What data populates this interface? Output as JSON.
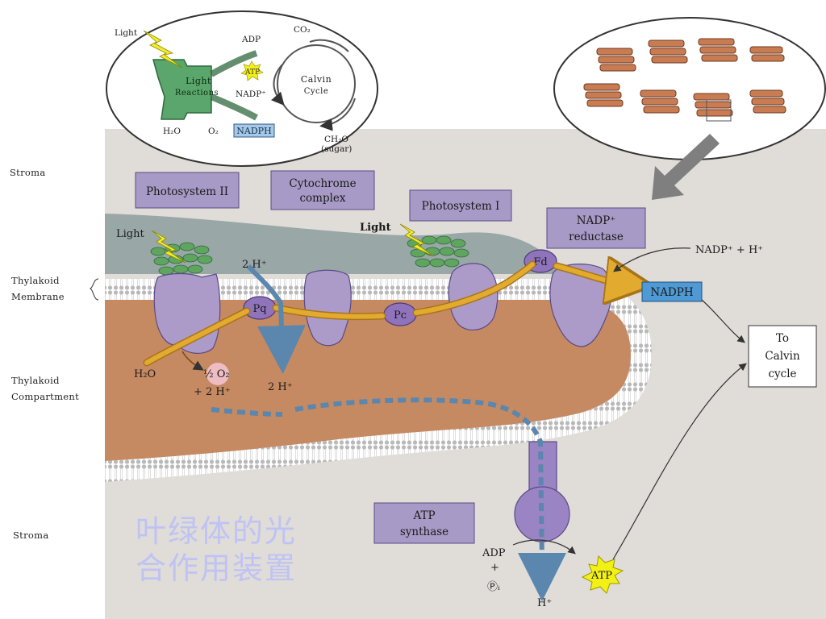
{
  "inset_left": {
    "light": "Light",
    "light_reactions_line1": "Light",
    "light_reactions_line2": "Reactions",
    "adp": "ADP",
    "atp": "ATP",
    "nadp_plus": "NADP⁺",
    "nadph": "NADPH",
    "co2": "CO₂",
    "calvin_line1": "Calvin",
    "calvin_line2": "Cycle",
    "h2o": "H₂O",
    "o2": "O₂",
    "ch2o": "CH₂O",
    "sugar": "(sugar)"
  },
  "regions": {
    "stroma_top": "Stroma",
    "thylakoid_membrane_line1": "Thylakoid",
    "thylakoid_membrane_line2": "Membrane",
    "thylakoid_compartment_line1": "Thylakoid",
    "thylakoid_compartment_line2": "Compartment",
    "stroma_bottom": "Stroma"
  },
  "components": {
    "photosystem_ii": "Photosystem II",
    "cytochrome_line1": "Cytochrome",
    "cytochrome_line2": "complex",
    "photosystem_i": "Photosystem I",
    "nadp_reductase_line1": "NADP⁺",
    "nadp_reductase_line2": "reductase",
    "atp_synthase_line1": "ATP",
    "atp_synthase_line2": "synthase"
  },
  "carriers": {
    "pq": "Pq",
    "pc": "Pc",
    "fd": "Fd"
  },
  "labels": {
    "light_left": "Light",
    "light_right": "Light",
    "two_h_top": "2 H⁺",
    "h2o": "H₂O",
    "half_o2": "½ O₂",
    "plus_two_h": "+ 2 H⁺",
    "two_h_inner": "2 H⁺",
    "nadp_plus_h": "NADP⁺ + H⁺",
    "nadph": "NADPH",
    "to_calvin_line1": "To",
    "to_calvin_line2": "Calvin",
    "to_calvin_line3": "cycle",
    "adp": "ADP",
    "plus": "+",
    "pi": "Ⓟᵢ",
    "atp": "ATP",
    "h_plus_bottom": "H⁺"
  },
  "watermark": {
    "line1": "叶绿体的光",
    "line2": "合作用装置"
  },
  "colors": {
    "stroma_bg": "#d9d5d0",
    "upper_gray": "#95a3a4",
    "lumen": "#c68a62",
    "protein": "#ac9ac8",
    "protein_edge": "#5a4a86",
    "label_box": "#a89ac6",
    "electron_arrow": "#e2aa2e",
    "proton_arrow": "#5b86ad",
    "chlorophyll": "#5fa45f",
    "nadph_box": "#4f99d4",
    "atp_star": "#f3f016"
  }
}
